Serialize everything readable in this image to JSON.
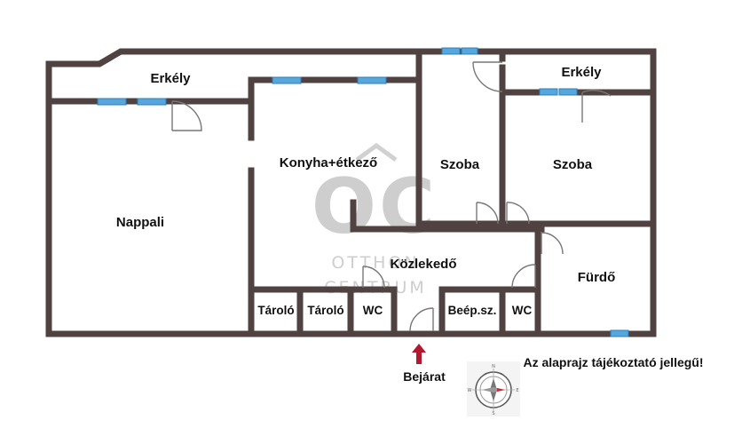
{
  "rooms": {
    "erkely_left": "Erkély",
    "erkely_right": "Erkély",
    "nappali": "Nappali",
    "konyha": "Konyha+étkező",
    "szoba_1": "Szoba",
    "szoba_2": "Szoba",
    "kozlekedo": "Közlekedő",
    "furdo": "Fürdő",
    "tarolo_1": "Tároló",
    "tarolo_2": "Tároló",
    "wc_1": "WC",
    "beep_sz": "Beép.sz.",
    "wc_2": "WC"
  },
  "entrance": {
    "label": "Bejárat"
  },
  "disclaimer": "Az alaprajz tájékoztató jellegű!",
  "watermark": {
    "logo": "OC",
    "line1": "OTTHON",
    "line2": "CENTRUM"
  },
  "compass": {
    "n": "N",
    "e": "E",
    "s": "S",
    "w": "W"
  },
  "colors": {
    "wall": "#4f4240",
    "window": "#56a7dd",
    "arrow": "#b5172f",
    "door": "#777777",
    "watermark": "#cdcdcd"
  }
}
